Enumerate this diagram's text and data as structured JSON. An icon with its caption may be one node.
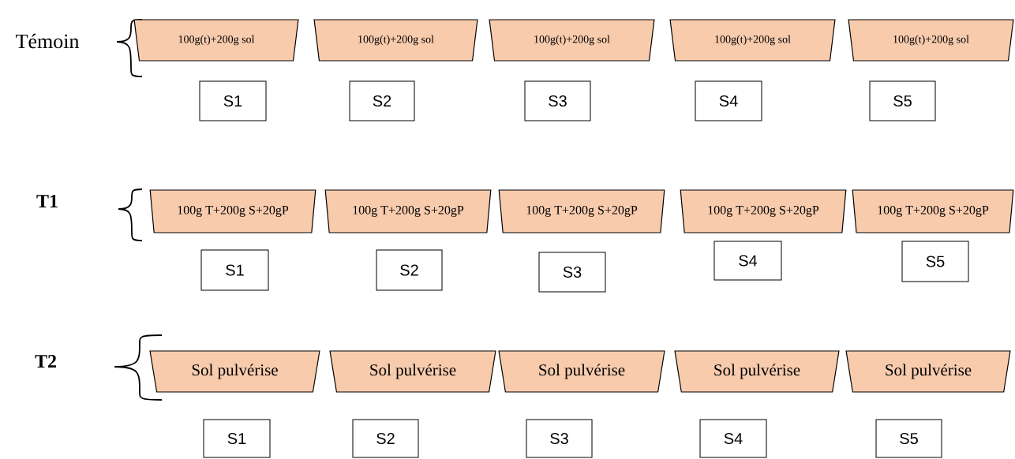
{
  "diagram": {
    "nodes": [
      {
        "text": [
          "100g(t)+200g sol"
        ]
      },
      {
        "text": [
          "100g(t)+200g sol"
        ]
      },
      {
        "text": [
          "100g(t)+200g sol"
        ]
      },
      {
        "text": [
          "100g(t)+200g sol"
        ]
      },
      {
        "text": [
          "100g(t)+200g sol"
        ]
      },
      {
        "text": [
          "S1"
        ]
      },
      {
        "text": [
          "S2"
        ]
      },
      {
        "text": [
          "S3"
        ]
      },
      {
        "text": [
          "S4"
        ]
      },
      {
        "text": [
          "S5"
        ]
      },
      {
        "text": [
          "100g T+200g S+20gP"
        ]
      },
      {
        "text": [
          "100g T+200g S+20gP"
        ]
      },
      {
        "text": [
          "100g T+200g S+20gP"
        ]
      },
      {
        "text": [
          "100g T+200g S+20gP"
        ]
      },
      {
        "text": [
          "100g T+200g S+20gP"
        ]
      },
      {
        "text": [
          "S1"
        ]
      },
      {
        "text": [
          "S2"
        ]
      },
      {
        "text": [
          "S3"
        ]
      },
      {
        "text": [
          "S4"
        ]
      },
      {
        "text": [
          "S5"
        ]
      },
      {
        "text": [
          "Sol pulvérise"
        ]
      },
      {
        "text": [
          "Sol pulvérise"
        ]
      },
      {
        "text": [
          "Sol pulvérise"
        ]
      },
      {
        "text": [
          "Sol pulvérise"
        ]
      },
      {
        "text": [
          "Sol pulvérise"
        ]
      },
      {
        "text": [
          "S1"
        ]
      },
      {
        "text": [
          "S2"
        ]
      },
      {
        "text": [
          "S3"
        ]
      },
      {
        "text": [
          "S4"
        ]
      },
      {
        "text": [
          "S5"
        ]
      }
    ],
    "labels": [
      "Témoin",
      "T1",
      "T2"
    ]
  }
}
